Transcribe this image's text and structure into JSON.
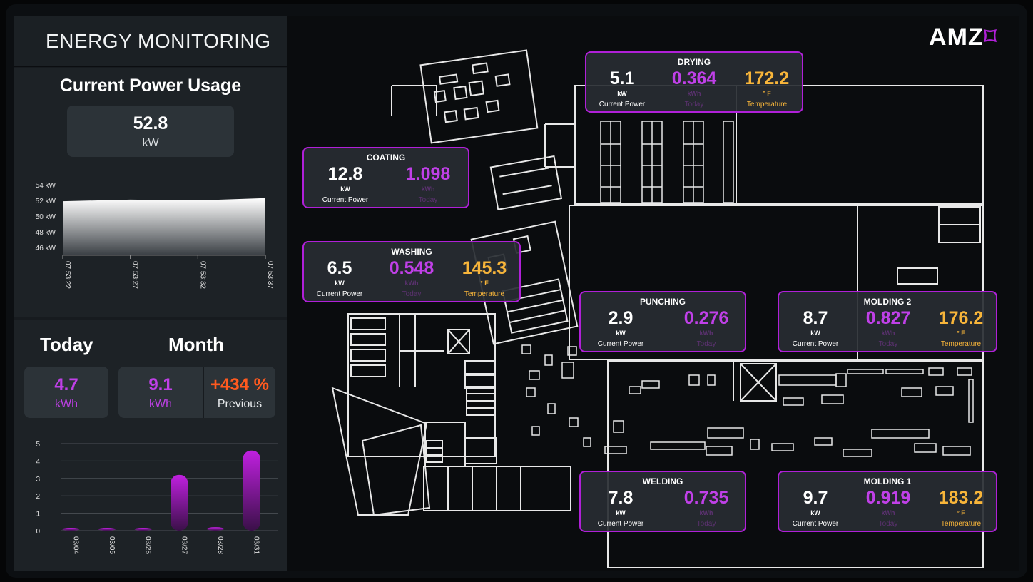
{
  "app": {
    "title": "ENERGY MONITORING",
    "logo_text": "AMZ",
    "logo_mark": "bracket-logo"
  },
  "current_power": {
    "title": "Current Power Usage",
    "value": "52.8",
    "unit": "kW"
  },
  "power_chart": {
    "type": "area",
    "x": [
      "07:53:22",
      "07:53:27",
      "07:53:32",
      "07:53:37"
    ],
    "values": [
      51.9,
      52.1,
      52.0,
      52.3
    ],
    "y_ticks": [
      "46 kW",
      "48 kW",
      "50 kW",
      "52 kW",
      "54 kW"
    ],
    "ylim": [
      45,
      55
    ]
  },
  "summary": {
    "today_label": "Today",
    "month_label": "Month",
    "today": {
      "value": "4.7",
      "unit": "kWh"
    },
    "month": {
      "value": "9.1",
      "unit": "kWh"
    },
    "change": {
      "value": "+434 %",
      "label": "Previous"
    }
  },
  "chart_data": {
    "type": "bar",
    "categories": [
      "03/04",
      "03/05",
      "03/25",
      "03/27",
      "03/28",
      "03/31"
    ],
    "values": [
      0.1,
      0.1,
      0.05,
      3.2,
      0.2,
      4.6
    ],
    "y_ticks": [
      "0",
      "1",
      "2",
      "3",
      "4",
      "5"
    ],
    "ylim": [
      0,
      5
    ],
    "color": "#c020e0"
  },
  "labels": {
    "current_power": "Current Power",
    "today": "Today",
    "temperature": "Temperature"
  },
  "zones": [
    {
      "id": "drying",
      "name": "DRYING",
      "power": "5.1",
      "power_unit": "kW",
      "today": "0.364",
      "today_unit": "kWh",
      "temp": "172.2",
      "temp_unit": "° F"
    },
    {
      "id": "coating",
      "name": "COATING",
      "power": "12.8",
      "power_unit": "kW",
      "today": "1.098",
      "today_unit": "kWh"
    },
    {
      "id": "washing",
      "name": "WASHING",
      "power": "6.5",
      "power_unit": "kW",
      "today": "0.548",
      "today_unit": "kWh",
      "temp": "145.3",
      "temp_unit": "° F"
    },
    {
      "id": "punching",
      "name": "PUNCHING",
      "power": "2.9",
      "power_unit": "kW",
      "today": "0.276",
      "today_unit": "kWh"
    },
    {
      "id": "molding2",
      "name": "MOLDING 2",
      "power": "8.7",
      "power_unit": "kW",
      "today": "0.827",
      "today_unit": "kWh",
      "temp": "176.2",
      "temp_unit": "° F"
    },
    {
      "id": "welding",
      "name": "WELDING",
      "power": "7.8",
      "power_unit": "kW",
      "today": "0.735",
      "today_unit": "kWh"
    },
    {
      "id": "molding1",
      "name": "MOLDING 1",
      "power": "9.7",
      "power_unit": "kW",
      "today": "0.919",
      "today_unit": "kWh",
      "temp": "183.2",
      "temp_unit": "° F"
    }
  ],
  "colors": {
    "accent": "#b020d8",
    "today": "#c040e8",
    "temperature": "#f8b53a",
    "change": "#ff5a1f"
  }
}
